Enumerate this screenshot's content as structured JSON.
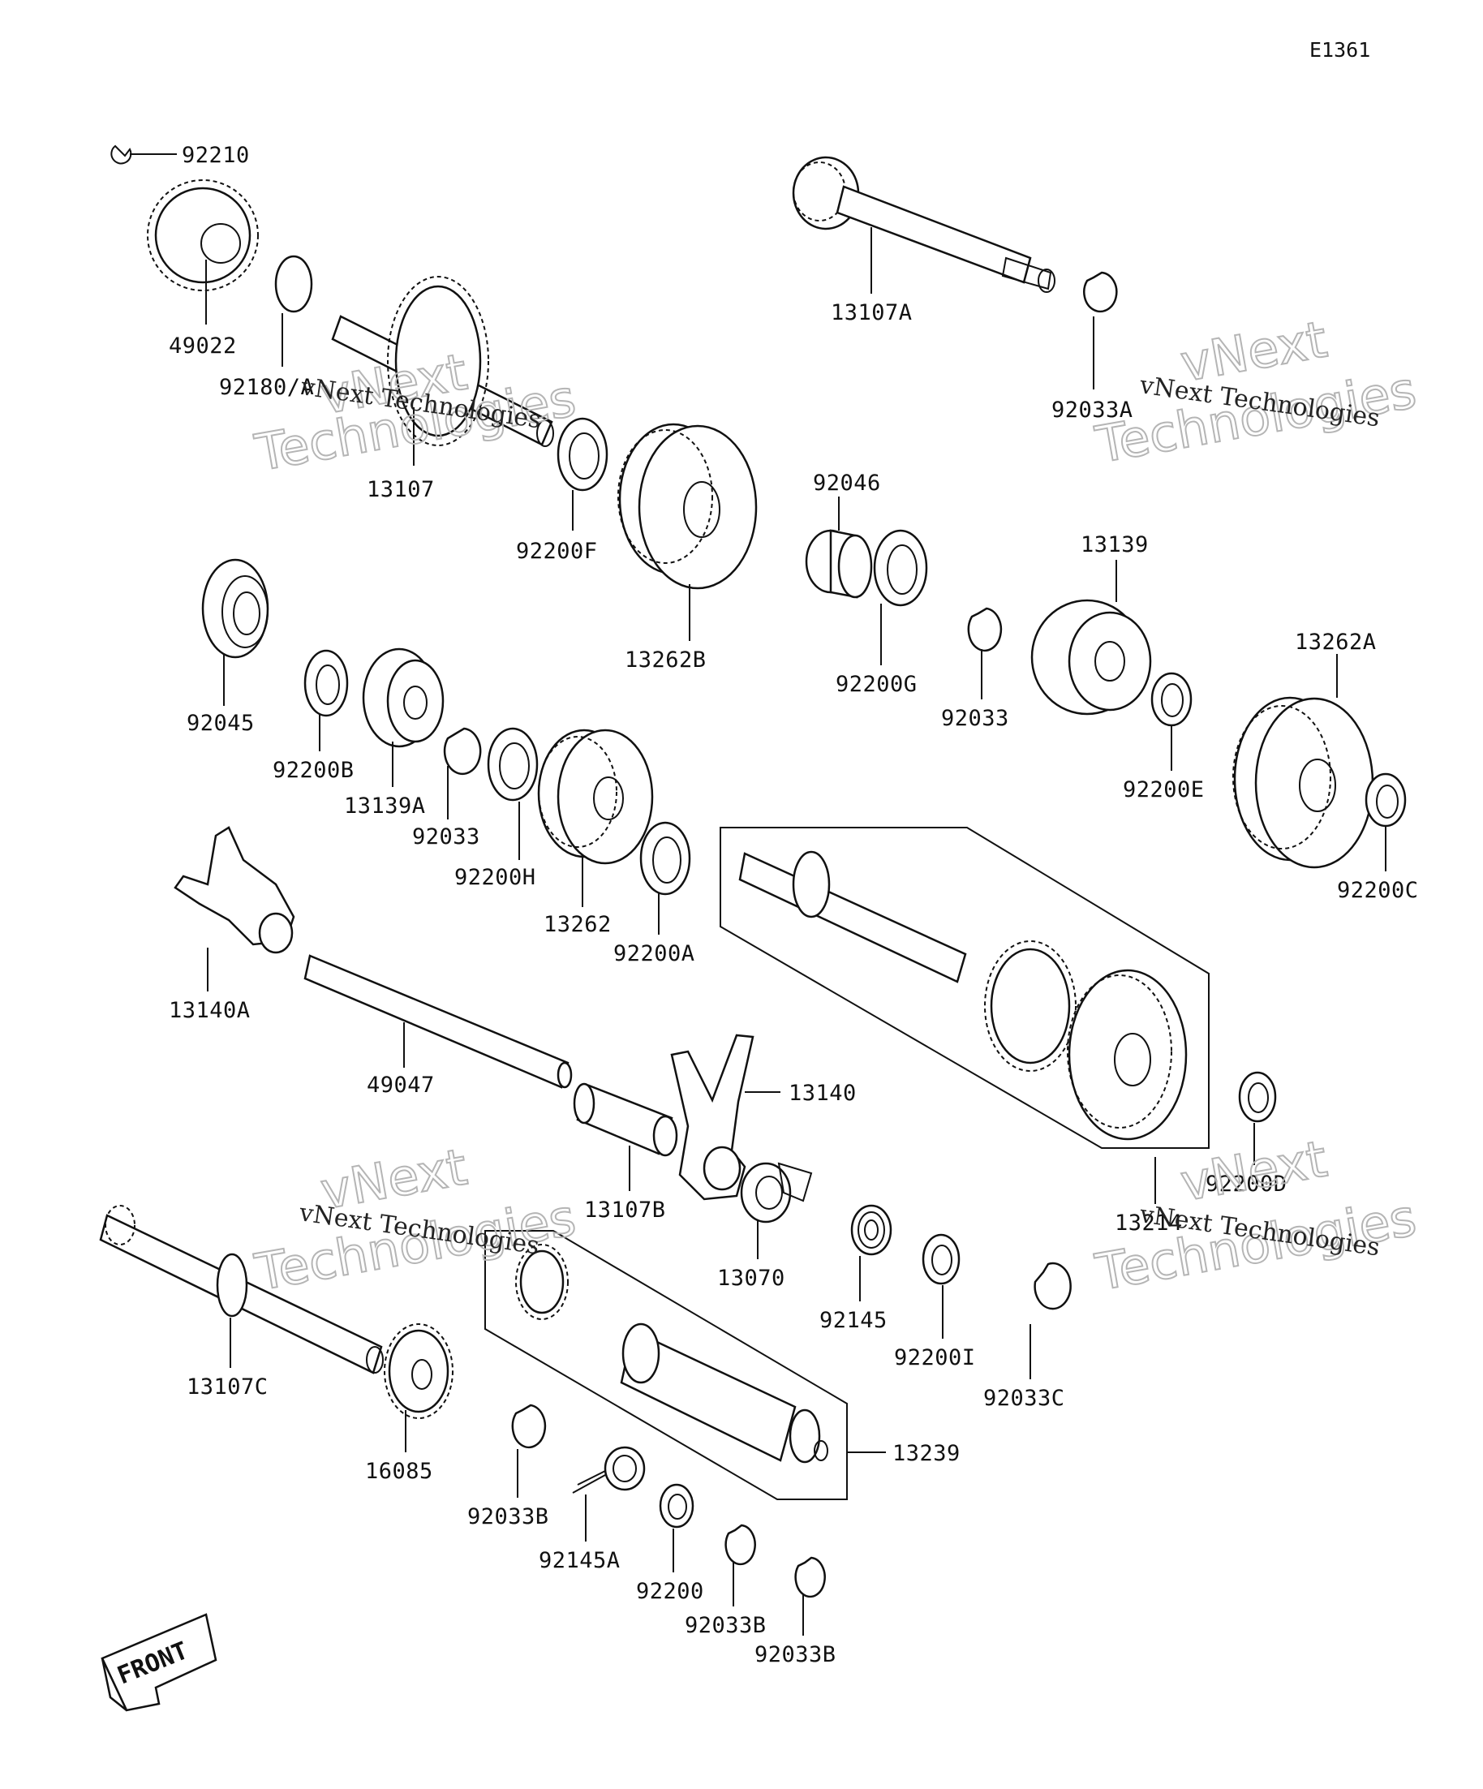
{
  "diagram_code": "E1361",
  "watermark": {
    "line1": "vNext Technologies",
    "big1": "vNext",
    "big2": "Technologies"
  },
  "front_label": "FRONT",
  "parts": [
    {
      "id": "p92210",
      "label": "92210"
    },
    {
      "id": "p49022",
      "label": "49022"
    },
    {
      "id": "p92180A",
      "label": "92180/A"
    },
    {
      "id": "p13107",
      "label": "13107"
    },
    {
      "id": "p92200F",
      "label": "92200F"
    },
    {
      "id": "p13262B",
      "label": "13262B"
    },
    {
      "id": "p13107A",
      "label": "13107A"
    },
    {
      "id": "p92033A",
      "label": "92033A"
    },
    {
      "id": "p92046",
      "label": "92046"
    },
    {
      "id": "p92200G",
      "label": "92200G"
    },
    {
      "id": "p13139",
      "label": "13139"
    },
    {
      "id": "p92033_1",
      "label": "92033"
    },
    {
      "id": "p13262A",
      "label": "13262A"
    },
    {
      "id": "p92200E",
      "label": "92200E"
    },
    {
      "id": "p92200C",
      "label": "92200C"
    },
    {
      "id": "p92045",
      "label": "92045"
    },
    {
      "id": "p92200B",
      "label": "92200B"
    },
    {
      "id": "p13139A",
      "label": "13139A"
    },
    {
      "id": "p92033_2",
      "label": "92033"
    },
    {
      "id": "p92200H",
      "label": "92200H"
    },
    {
      "id": "p13262",
      "label": "13262"
    },
    {
      "id": "p92200A",
      "label": "92200A"
    },
    {
      "id": "p13140A",
      "label": "13140A"
    },
    {
      "id": "p49047",
      "label": "49047"
    },
    {
      "id": "p13140",
      "label": "13140"
    },
    {
      "id": "p13107B",
      "label": "13107B"
    },
    {
      "id": "p13070",
      "label": "13070"
    },
    {
      "id": "p13214",
      "label": "13214"
    },
    {
      "id": "p92200D",
      "label": "92200D"
    },
    {
      "id": "p92145",
      "label": "92145"
    },
    {
      "id": "p92200I",
      "label": "92200I"
    },
    {
      "id": "p92033C",
      "label": "92033C"
    },
    {
      "id": "p13107C",
      "label": "13107C"
    },
    {
      "id": "p16085",
      "label": "16085"
    },
    {
      "id": "p13239",
      "label": "13239"
    },
    {
      "id": "p92033B_1",
      "label": "92033B"
    },
    {
      "id": "p92145A",
      "label": "92145A"
    },
    {
      "id": "p92200",
      "label": "92200"
    },
    {
      "id": "p92033B_2",
      "label": "92033B"
    },
    {
      "id": "p92033B_3",
      "label": "92033B"
    }
  ]
}
